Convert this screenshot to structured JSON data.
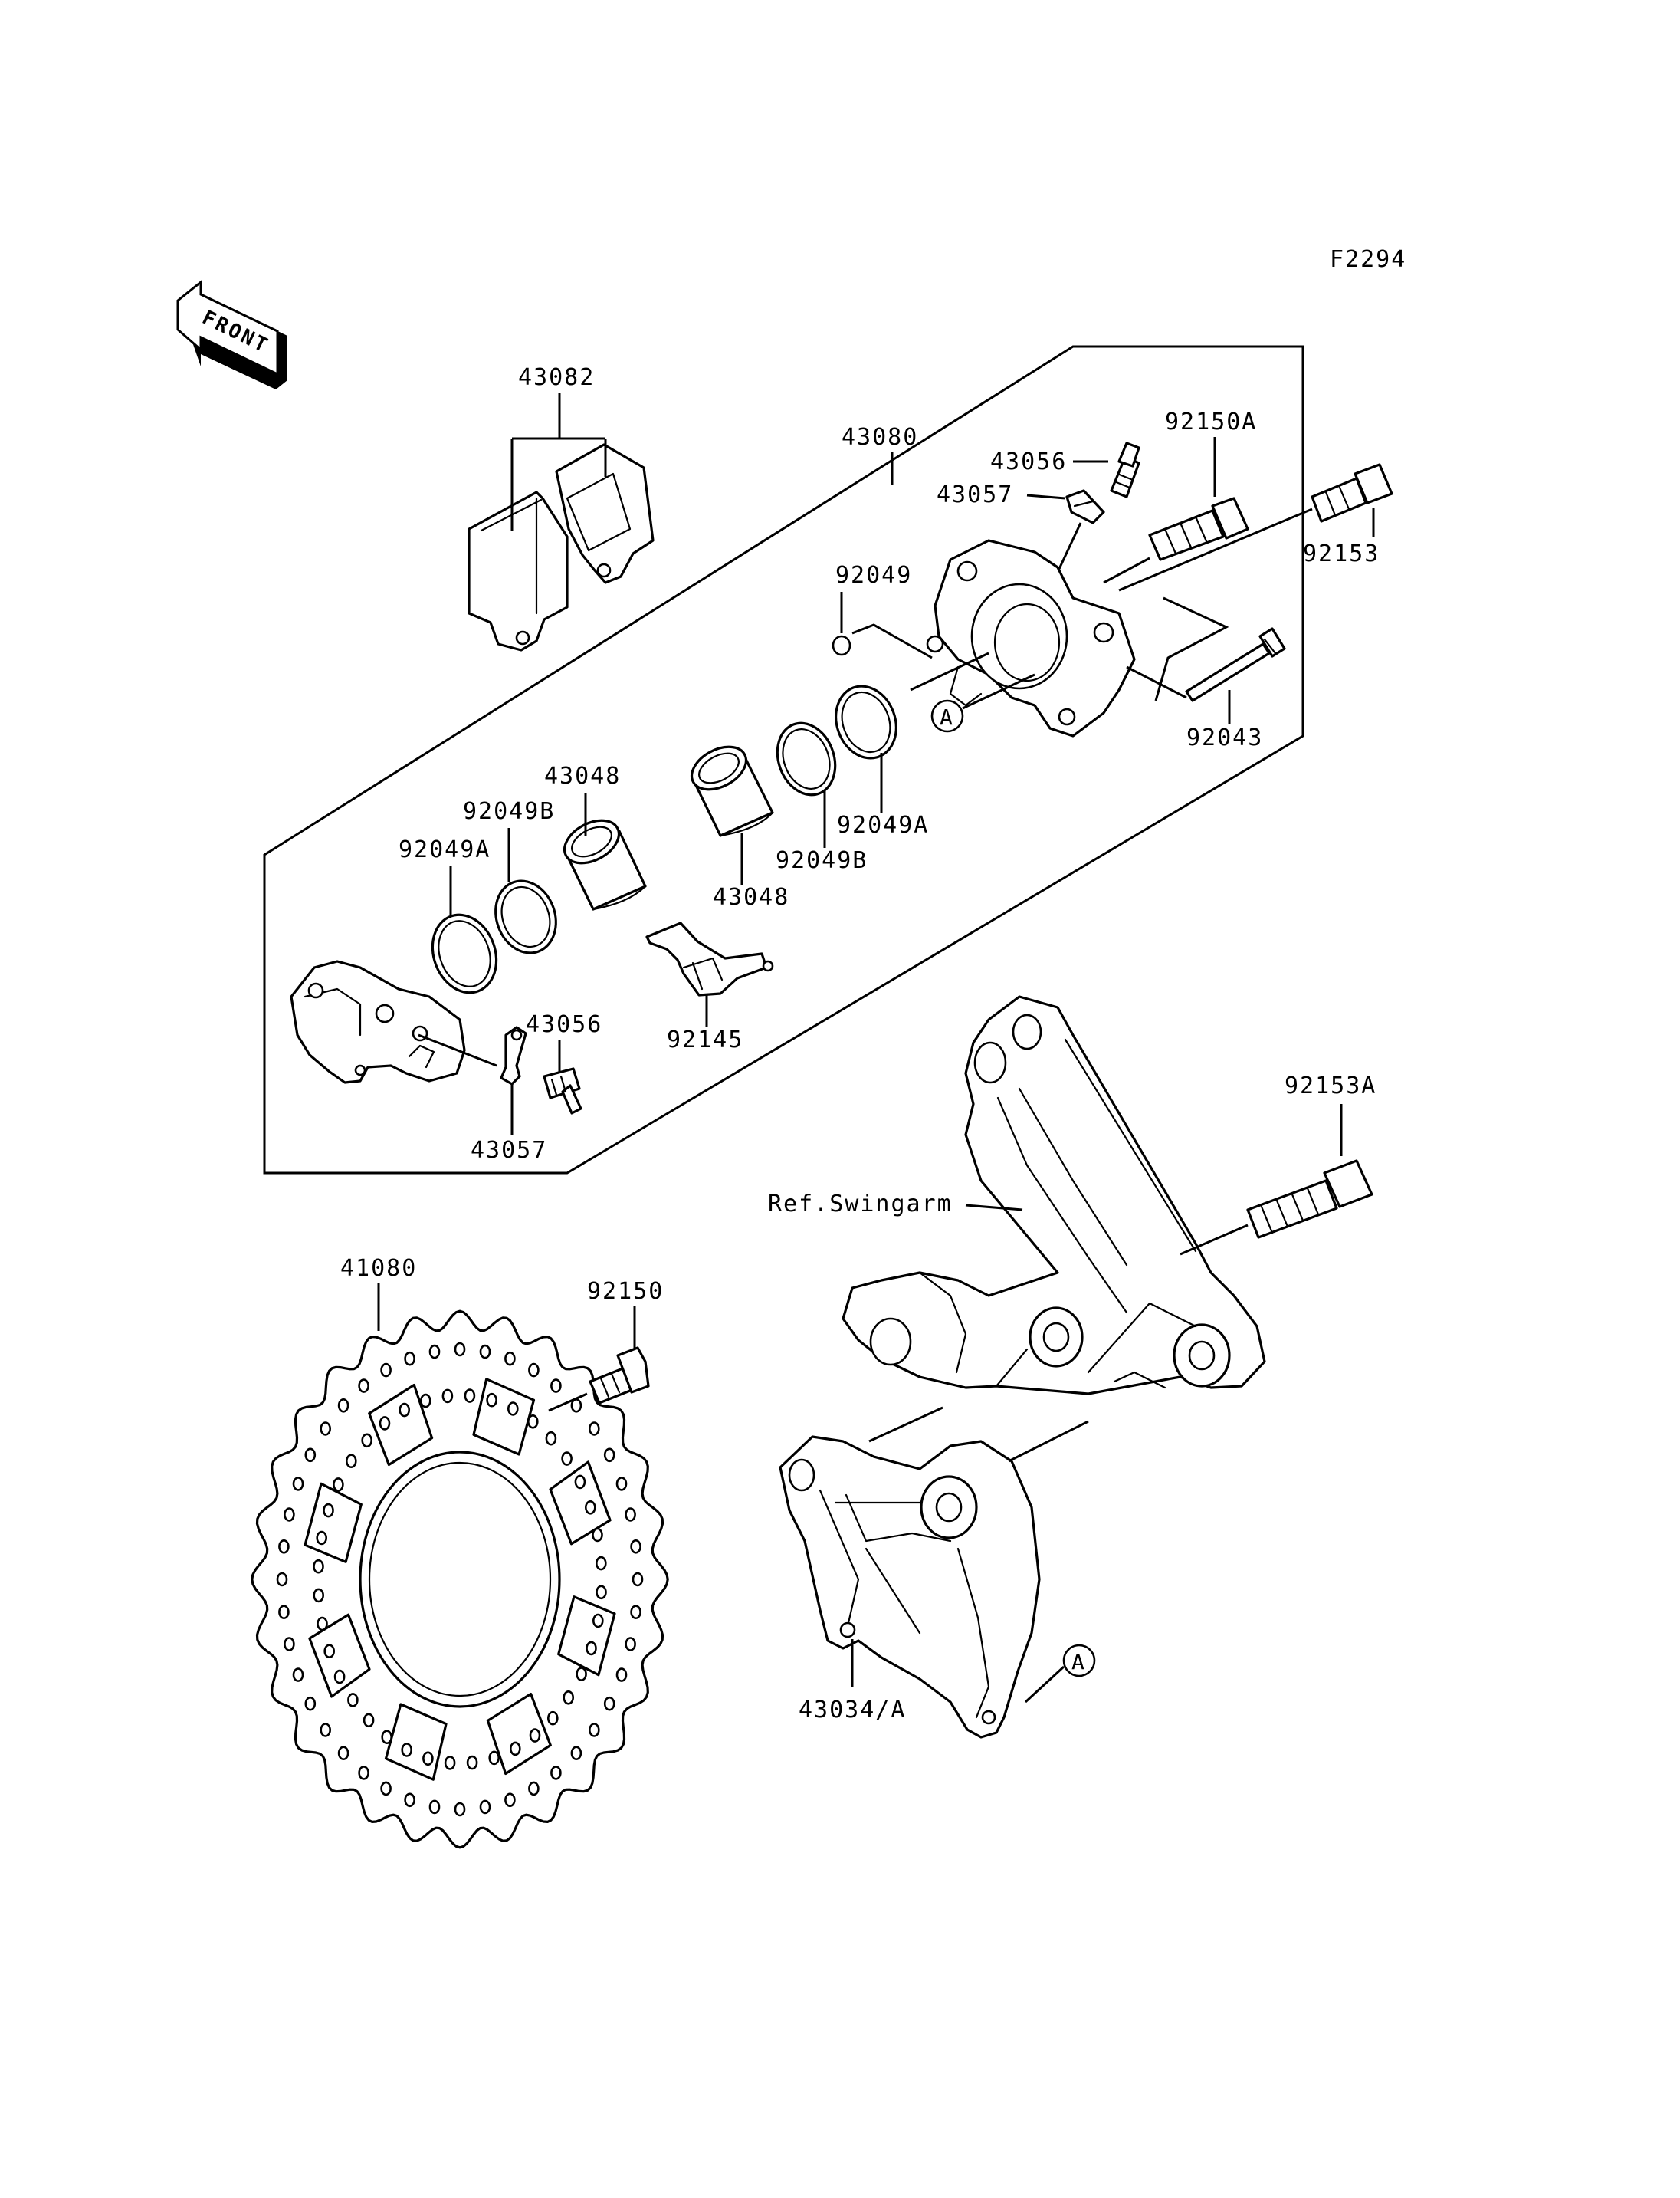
{
  "figure_code": "F2294",
  "front_arrow": {
    "text": "FRONT",
    "icon": "front-direction-arrow-icon"
  },
  "callouts": {
    "circle_a": "A"
  },
  "labels": {
    "l43082": "43082",
    "l43080": "43080",
    "l43056_top": "43056",
    "l43057_top": "43057",
    "l92150A": "92150A",
    "l92153": "92153",
    "l92049": "92049",
    "l92043": "92043",
    "l43048_left": "43048",
    "l92049B_left": "92049B",
    "l92049A_left": "92049A",
    "l92049A_right": "92049A",
    "l92049B_right": "92049B",
    "l43048_right": "43048",
    "l43056_bottom": "43056",
    "l92145": "92145",
    "l43057_bottom": "43057",
    "l92153A": "92153A",
    "ref_swingarm": "Ref.Swingarm",
    "l41080": "41080",
    "l92150": "92150",
    "l43034A": "43034/A"
  }
}
